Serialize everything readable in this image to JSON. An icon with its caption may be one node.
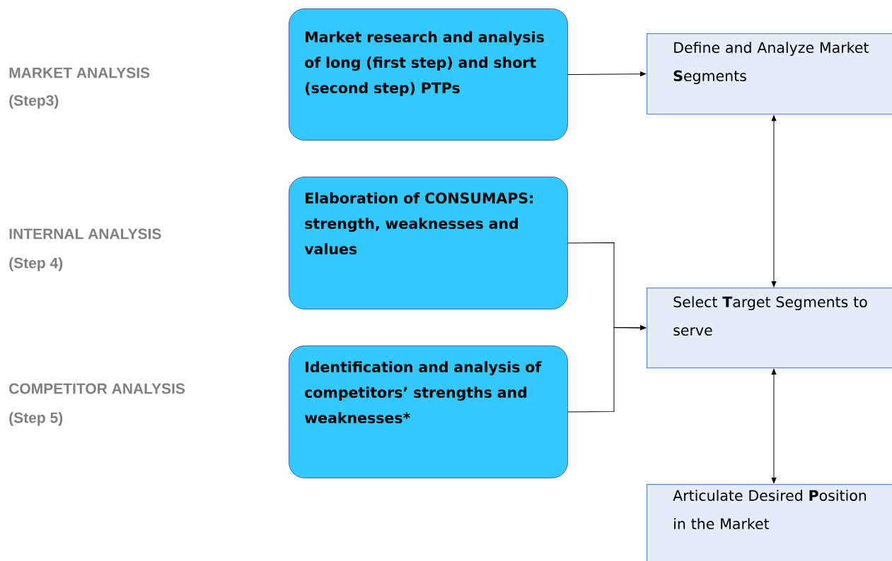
{
  "diagram": {
    "nodes": [
      {
        "text": [
          "Market research and analysis of long (first step) and short (second step) PTPs"
        ]
      },
      {
        "text": [
          "Elaboration of CONSUMAPS: strength, weaknesses and values"
        ]
      },
      {
        "text": [
          "Identification and analysis of competitors’ strengths and weaknesses*"
        ]
      },
      {
        "text": [
          "Define and Analyze Market **S**egments"
        ]
      },
      {
        "text": [
          "Select **T**arget Segments to serve"
        ]
      },
      {
        "text": [
          "Articulate Desired **P**osition in the Market"
        ]
      }
    ],
    "edges": [
      {
        "from": 0,
        "to": 3,
        "arrow": "to"
      },
      {
        "from": 3,
        "to": 4,
        "arrow": "both"
      },
      {
        "from": 1,
        "to": 4,
        "arrow": "to"
      },
      {
        "from": 2,
        "to": 4,
        "arrow": "to"
      },
      {
        "from": 4,
        "to": 5,
        "arrow": "both"
      }
    ],
    "labels": [
      "MARKET ANALYSIS",
      "(Step3)",
      "INTERNAL ANALYSIS",
      "(Step 4)",
      "COMPETITOR ANALYSIS",
      "(Step 5)"
    ]
  }
}
